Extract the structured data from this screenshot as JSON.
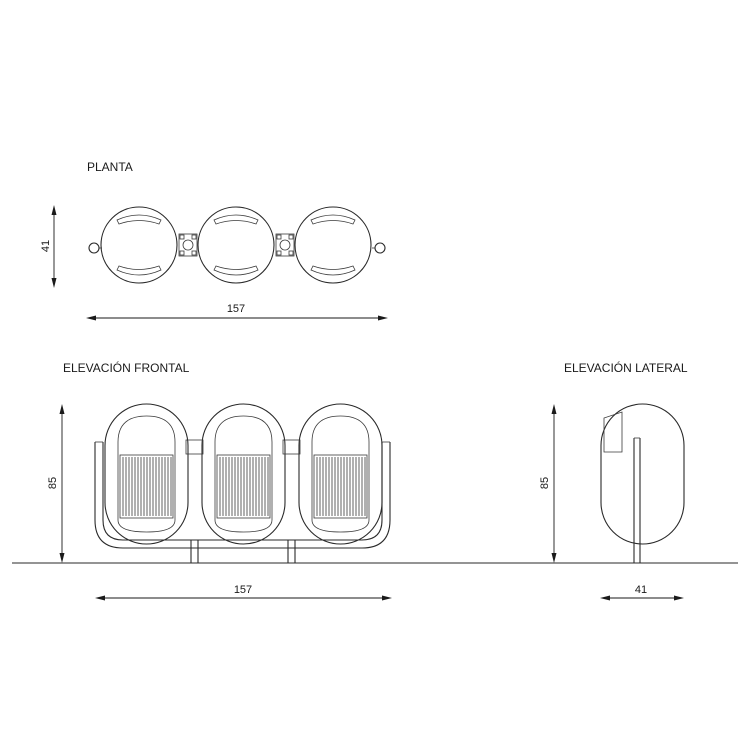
{
  "views": {
    "plan": {
      "title": "PLANTA",
      "width_label": "157",
      "depth_label": "41"
    },
    "front": {
      "title": "ELEVACIÓN FRONTAL",
      "width_label": "157",
      "height_label": "85"
    },
    "side": {
      "title": "ELEVACIÓN LATERAL",
      "width_label": "41",
      "height_label": "85"
    }
  }
}
